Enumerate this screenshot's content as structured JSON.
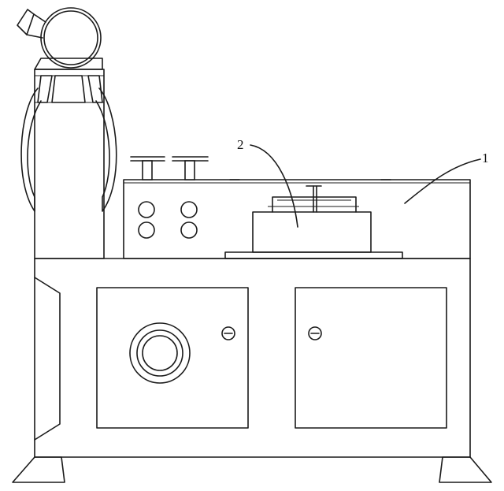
{
  "figure": {
    "callouts": [
      {
        "id": "machine-body",
        "label": "1"
      },
      {
        "id": "workpiece-box",
        "label": "2"
      }
    ]
  },
  "colors": {
    "line": "#1a1a1a",
    "background": "#ffffff"
  }
}
